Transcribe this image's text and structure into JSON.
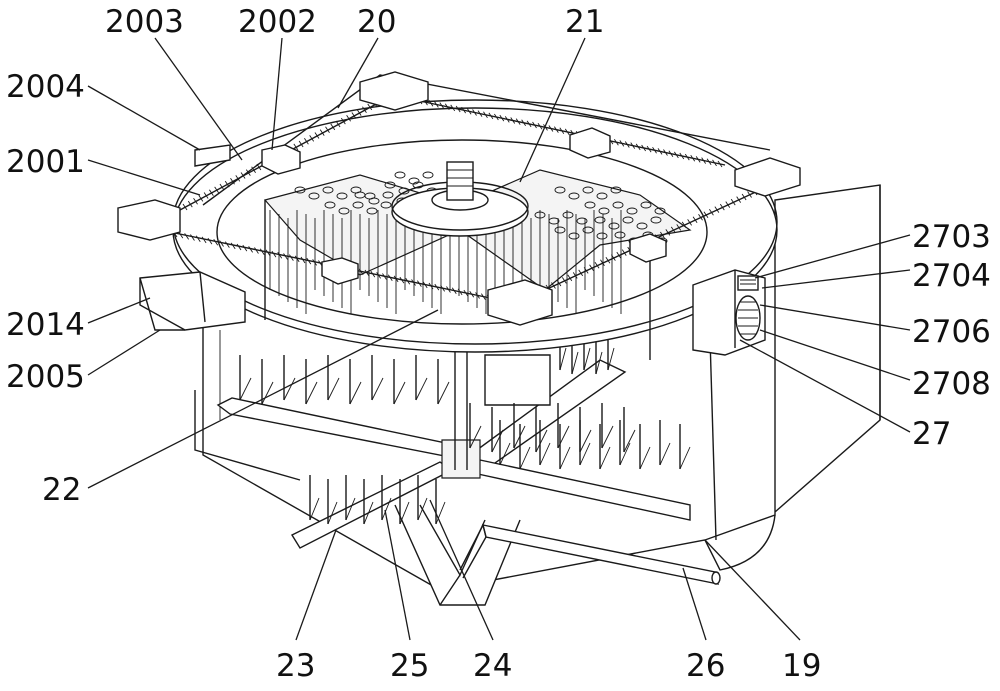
{
  "figure": {
    "labels": {
      "l2003": "2003",
      "l2002": "2002",
      "l20": "20",
      "l21": "21",
      "l2004": "2004",
      "l2001": "2001",
      "l2014": "2014",
      "l2005": "2005",
      "l22": "22",
      "l2703": "2703",
      "l2704": "2704",
      "l2706": "2706",
      "l2708": "2708",
      "l27": "27",
      "l23": "23",
      "l25": "25",
      "l24": "24",
      "l26": "26",
      "l19": "19"
    }
  }
}
